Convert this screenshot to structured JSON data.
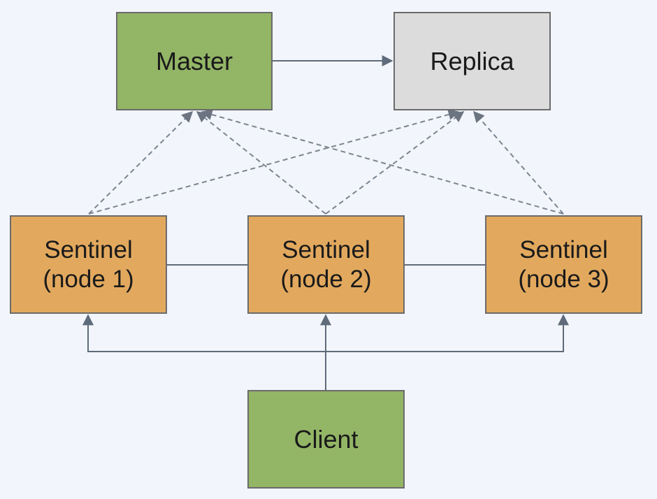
{
  "colors": {
    "background": "#f2f5fb",
    "master_fill": "#93b566",
    "replica_fill": "#dcdcdc",
    "sentinel_fill": "#e2a95e",
    "client_fill": "#93b566",
    "edge": "#5f6b7a",
    "dashed_edge": "#7b8490"
  },
  "nodes": {
    "master": {
      "label": "Master"
    },
    "replica": {
      "label": "Replica"
    },
    "sentinel_1": {
      "line1": "Sentinel",
      "line2": "(node 1)"
    },
    "sentinel_2": {
      "line1": "Sentinel",
      "line2": "(node 2)"
    },
    "sentinel_3": {
      "line1": "Sentinel",
      "line2": "(node 3)"
    },
    "client": {
      "label": "Client"
    }
  },
  "edges": [
    {
      "from": "master",
      "to": "replica",
      "style": "solid",
      "arrow": true
    },
    {
      "from": "sentinel_1",
      "to": "master",
      "style": "dashed",
      "arrow": true
    },
    {
      "from": "sentinel_1",
      "to": "replica",
      "style": "dashed",
      "arrow": true
    },
    {
      "from": "sentinel_2",
      "to": "master",
      "style": "dashed",
      "arrow": true
    },
    {
      "from": "sentinel_2",
      "to": "replica",
      "style": "dashed",
      "arrow": true
    },
    {
      "from": "sentinel_3",
      "to": "master",
      "style": "dashed",
      "arrow": true
    },
    {
      "from": "sentinel_3",
      "to": "replica",
      "style": "dashed",
      "arrow": true
    },
    {
      "from": "sentinel_1",
      "to": "sentinel_2",
      "style": "solid",
      "arrow": false
    },
    {
      "from": "sentinel_2",
      "to": "sentinel_3",
      "style": "solid",
      "arrow": false
    },
    {
      "from": "client",
      "to": "sentinel_1",
      "style": "solid",
      "arrow": true
    },
    {
      "from": "client",
      "to": "sentinel_2",
      "style": "solid",
      "arrow": true
    },
    {
      "from": "client",
      "to": "sentinel_3",
      "style": "solid",
      "arrow": true
    }
  ]
}
